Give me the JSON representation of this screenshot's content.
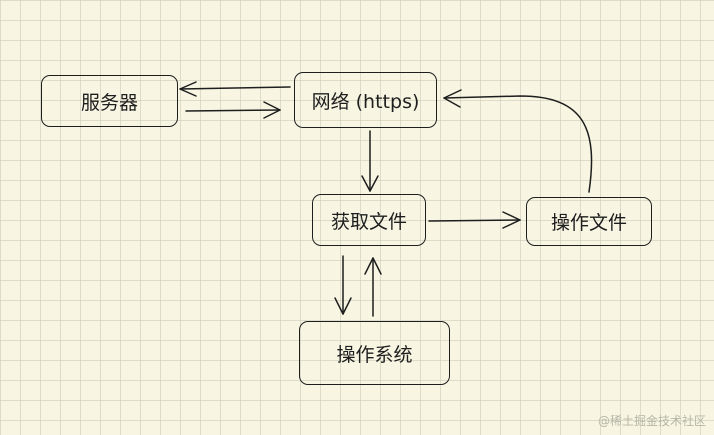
{
  "diagram": {
    "nodes": {
      "server": "服务器",
      "network": "网络 (https)",
      "fetch_file": "获取文件",
      "operate_file": "操作文件",
      "os": "操作系统"
    }
  },
  "watermark": "@稀土掘金技术社区",
  "colors": {
    "background": "#f8f6e3",
    "grid": "#c8c6b4",
    "stroke": "#1e1e1e"
  }
}
